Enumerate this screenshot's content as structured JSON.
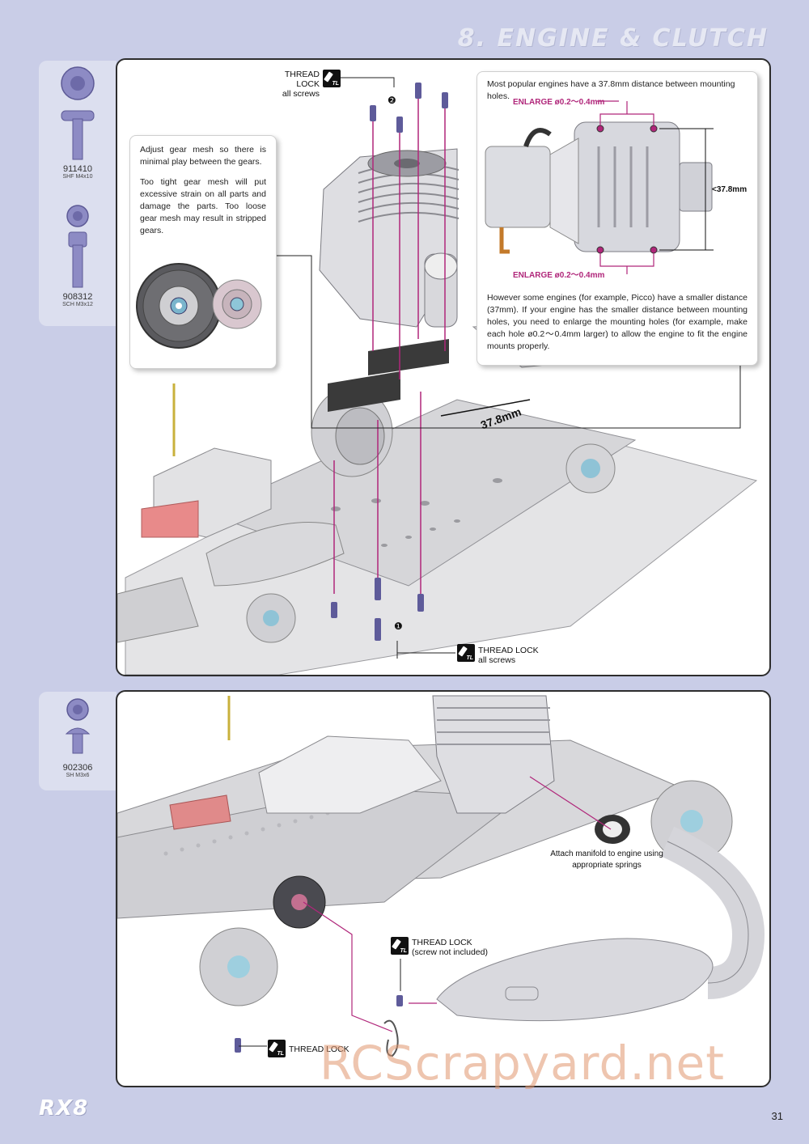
{
  "header": {
    "section_title": "8. ENGINE & CLUTCH"
  },
  "sidebar_top": {
    "parts": [
      {
        "code": "911410",
        "desc": "SHF M4x10"
      },
      {
        "code": "908312",
        "desc": "SCH M3x12"
      }
    ]
  },
  "sidebar_bottom": {
    "parts": [
      {
        "code": "902306",
        "desc": "SH M3x6"
      }
    ]
  },
  "step1": {
    "thread_lock_top": {
      "title": "THREAD LOCK",
      "sub": "all screws",
      "num": "❷"
    },
    "thread_lock_bottom": {
      "title": "THREAD LOCK",
      "sub": "all screws",
      "num": "❶"
    },
    "tl_icon_text": "TL",
    "gear_note": {
      "p1": "Adjust gear mesh so there is minimal play between the gears.",
      "p2": "Too tight gear mesh will put excessive strain on all parts and damage the parts.  Too loose gear mesh may result in stripped gears."
    },
    "engine_note": {
      "intro": "Most popular engines have a 37.8mm distance between mounting holes.",
      "enlarge_top": "ENLARGE ø0.2～0.4mm",
      "enlarge_bottom": "ENLARGE ø0.2～0.4mm",
      "distance": "<37.8mm",
      "body": "However some engines (for example, Picco) have a smaller distance (37mm).  If your engine has the smaller distance between mounting holes, you need to enlarge the mounting holes (for example, make each hole ø0.2～0.4mm larger) to allow the engine to fit the engine mounts properly."
    },
    "dimension_label": "37.8mm"
  },
  "step2": {
    "manifold_note": "Attach manifold to engine using appropriate springs",
    "thread_lock_a": {
      "title": "THREAD LOCK",
      "sub": "(screw not included)"
    },
    "thread_lock_b": {
      "title": "THREAD LOCK"
    },
    "tl_icon_text": "TL"
  },
  "footer": {
    "logo": "RX8",
    "page_number": "31",
    "watermark": "RCScrapyard.net"
  },
  "colors": {
    "page_bg": "#c9cde7",
    "accent_magenta": "#b0267a",
    "panel_border": "#2d2d2d"
  }
}
